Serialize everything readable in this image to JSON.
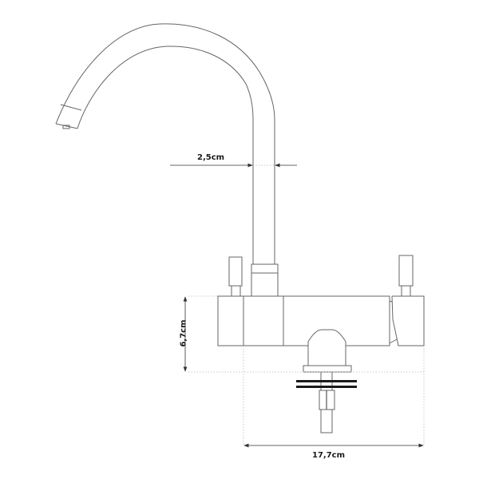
{
  "diagram": {
    "subject": "Kitchen mixer tap (swivel spout) technical drawing",
    "line_color": "#555555",
    "dim_line_color": "#333333",
    "dotted_color": "#bbbbbb",
    "washer_color": "#1a1a1a"
  },
  "dimensions": {
    "pipe_diameter": {
      "label": "2,5cm"
    },
    "body_height": {
      "label": "6,7cm"
    },
    "total_width": {
      "label": "17,7cm"
    }
  },
  "parts": [
    {
      "name": "spout",
      "label": ""
    },
    {
      "name": "spout-aerator",
      "label": ""
    },
    {
      "name": "left-handle",
      "label": ""
    },
    {
      "name": "right-handle",
      "label": ""
    },
    {
      "name": "collar",
      "label": ""
    },
    {
      "name": "body",
      "label": ""
    },
    {
      "name": "mount-base",
      "label": ""
    },
    {
      "name": "washers",
      "label": ""
    },
    {
      "name": "mounting-stud",
      "label": ""
    }
  ]
}
